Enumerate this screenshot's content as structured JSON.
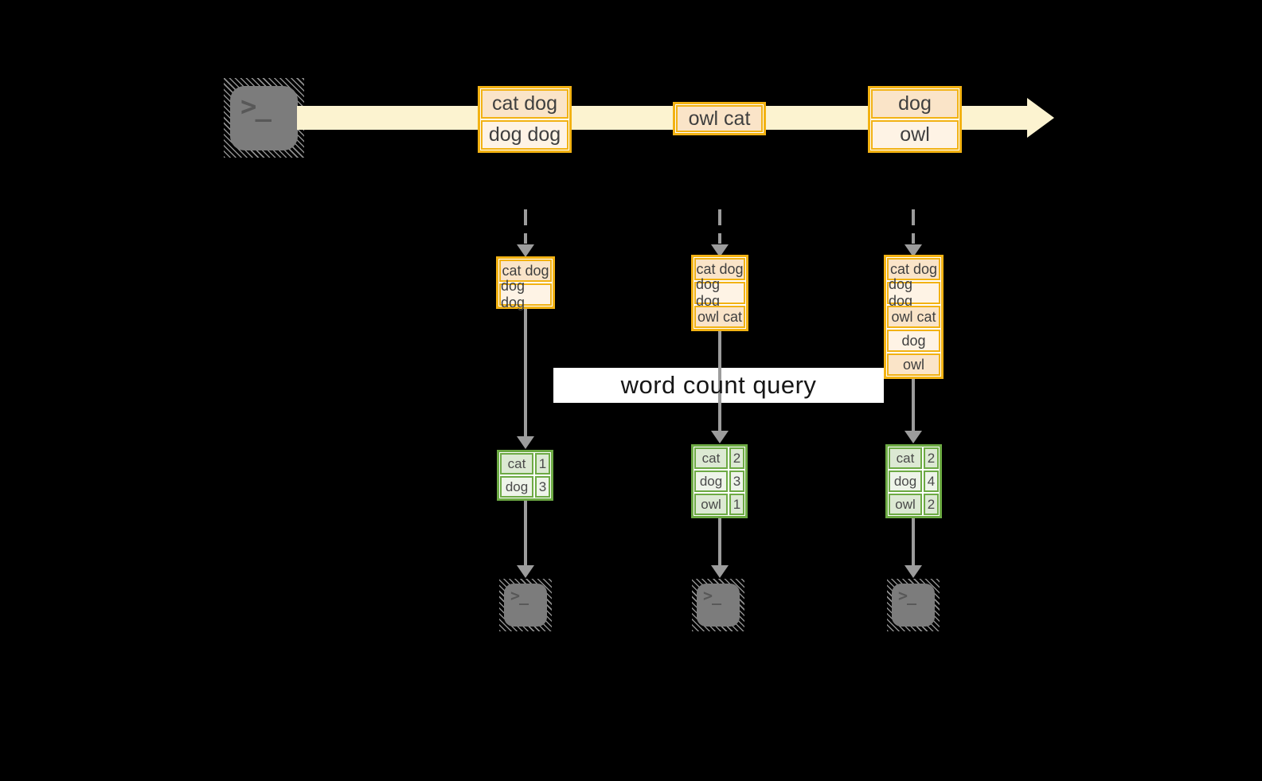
{
  "diagram": {
    "title_hint": "streaming word count diagram",
    "banner": "word count query",
    "terminal_glyph": ">_",
    "icons": {
      "source": "terminal-icon",
      "outputs": [
        "terminal-icon",
        "terminal-icon",
        "terminal-icon"
      ],
      "stream": "right-arrow-band",
      "flow": "down-arrow"
    },
    "colors": {
      "stream-band": "#fcf3d0",
      "record-border": "#f2b213",
      "record-fill-dark": "#fae4c8",
      "record-fill-light": "#fef3e5",
      "table-border": "#6daa44",
      "table-fill-dark": "#dce9d3",
      "table-fill-light": "#eef4e9",
      "arrow-gray": "#9c9c9c",
      "terminal-gray": "#7c7c7c",
      "banner-bg": "#ffffff",
      "banner-text": "#161616"
    },
    "stream_batches": [
      {
        "records": [
          "cat dog",
          "dog dog"
        ]
      },
      {
        "records": [
          "owl cat"
        ]
      },
      {
        "records": [
          "dog",
          "owl"
        ]
      }
    ],
    "buffered_streams": [
      {
        "records": [
          "cat dog",
          "dog dog"
        ]
      },
      {
        "records": [
          "cat dog",
          "dog dog",
          "owl cat"
        ]
      },
      {
        "records": [
          "cat dog",
          "dog dog",
          "owl cat",
          "dog",
          "owl"
        ]
      }
    ],
    "count_tables": [
      {
        "rows": [
          {
            "word": "cat",
            "count": "1"
          },
          {
            "word": "dog",
            "count": "3"
          }
        ]
      },
      {
        "rows": [
          {
            "word": "cat",
            "count": "2"
          },
          {
            "word": "dog",
            "count": "3"
          },
          {
            "word": "owl",
            "count": "1"
          }
        ]
      },
      {
        "rows": [
          {
            "word": "cat",
            "count": "2"
          },
          {
            "word": "dog",
            "count": "4"
          },
          {
            "word": "owl",
            "count": "2"
          }
        ]
      }
    ]
  }
}
